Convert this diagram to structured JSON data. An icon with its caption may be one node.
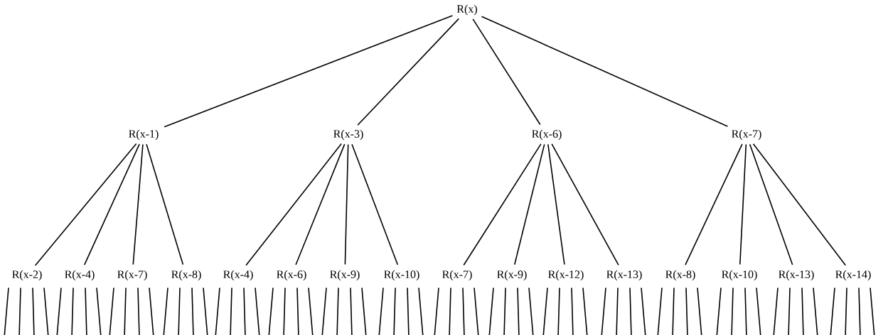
{
  "diagram": {
    "nodes": [
      {
        "text": [
          "R(x)"
        ]
      },
      {
        "text": [
          "R(x-1)"
        ]
      },
      {
        "text": [
          "R(x-3)"
        ]
      },
      {
        "text": [
          "R(x-6)"
        ]
      },
      {
        "text": [
          "R(x-7)"
        ]
      },
      {
        "text": [
          "R(x-2)"
        ]
      },
      {
        "text": [
          "R(x-4)"
        ]
      },
      {
        "text": [
          "R(x-7)"
        ]
      },
      {
        "text": [
          "R(x-8)"
        ]
      },
      {
        "text": [
          "R(x-4)"
        ]
      },
      {
        "text": [
          "R(x-6)"
        ]
      },
      {
        "text": [
          "R(x-9)"
        ]
      },
      {
        "text": [
          "R(x-10)"
        ]
      },
      {
        "text": [
          "R(x-7)"
        ]
      },
      {
        "text": [
          "R(x-9)"
        ]
      },
      {
        "text": [
          "R(x-12)"
        ]
      },
      {
        "text": [
          "R(x-13)"
        ]
      },
      {
        "text": [
          "R(x-8)"
        ]
      },
      {
        "text": [
          "R(x-10)"
        ]
      },
      {
        "text": [
          "R(x-13)"
        ]
      },
      {
        "text": [
          "R(x-14)"
        ]
      }
    ],
    "edges": [
      {
        "from": 0,
        "to": 1,
        "arrow": "none"
      },
      {
        "from": 0,
        "to": 2,
        "arrow": "none"
      },
      {
        "from": 0,
        "to": 3,
        "arrow": "none"
      },
      {
        "from": 0,
        "to": 4,
        "arrow": "none"
      },
      {
        "from": 1,
        "to": 5,
        "arrow": "none"
      },
      {
        "from": 1,
        "to": 6,
        "arrow": "none"
      },
      {
        "from": 1,
        "to": 7,
        "arrow": "none"
      },
      {
        "from": 1,
        "to": 8,
        "arrow": "none"
      },
      {
        "from": 2,
        "to": 9,
        "arrow": "none"
      },
      {
        "from": 2,
        "to": 10,
        "arrow": "none"
      },
      {
        "from": 2,
        "to": 11,
        "arrow": "none"
      },
      {
        "from": 2,
        "to": 12,
        "arrow": "none"
      },
      {
        "from": 3,
        "to": 13,
        "arrow": "none"
      },
      {
        "from": 3,
        "to": 14,
        "arrow": "none"
      },
      {
        "from": 3,
        "to": 15,
        "arrow": "none"
      },
      {
        "from": 3,
        "to": 16,
        "arrow": "none"
      },
      {
        "from": 4,
        "to": 17,
        "arrow": "none"
      },
      {
        "from": 4,
        "to": 18,
        "arrow": "none"
      },
      {
        "from": 4,
        "to": 19,
        "arrow": "none"
      },
      {
        "from": 4,
        "to": 20,
        "arrow": "none"
      },
      {
        "from": 5,
        "to": null,
        "arrow": "none"
      },
      {
        "from": 5,
        "to": null,
        "arrow": "none"
      },
      {
        "from": 5,
        "to": null,
        "arrow": "none"
      },
      {
        "from": 5,
        "to": null,
        "arrow": "none"
      },
      {
        "from": 6,
        "to": null,
        "arrow": "none"
      },
      {
        "from": 6,
        "to": null,
        "arrow": "none"
      },
      {
        "from": 6,
        "to": null,
        "arrow": "none"
      },
      {
        "from": 6,
        "to": null,
        "arrow": "none"
      },
      {
        "from": 7,
        "to": null,
        "arrow": "none"
      },
      {
        "from": 7,
        "to": null,
        "arrow": "none"
      },
      {
        "from": 7,
        "to": null,
        "arrow": "none"
      },
      {
        "from": 7,
        "to": null,
        "arrow": "none"
      },
      {
        "from": 8,
        "to": null,
        "arrow": "none"
      },
      {
        "from": 8,
        "to": null,
        "arrow": "none"
      },
      {
        "from": 8,
        "to": null,
        "arrow": "none"
      },
      {
        "from": 8,
        "to": null,
        "arrow": "none"
      },
      {
        "from": 9,
        "to": null,
        "arrow": "none"
      },
      {
        "from": 9,
        "to": null,
        "arrow": "none"
      },
      {
        "from": 9,
        "to": null,
        "arrow": "none"
      },
      {
        "from": 9,
        "to": null,
        "arrow": "none"
      },
      {
        "from": 10,
        "to": null,
        "arrow": "none"
      },
      {
        "from": 10,
        "to": null,
        "arrow": "none"
      },
      {
        "from": 10,
        "to": null,
        "arrow": "none"
      },
      {
        "from": 10,
        "to": null,
        "arrow": "none"
      },
      {
        "from": 11,
        "to": null,
        "arrow": "none"
      },
      {
        "from": 11,
        "to": null,
        "arrow": "none"
      },
      {
        "from": 11,
        "to": null,
        "arrow": "none"
      },
      {
        "from": 11,
        "to": null,
        "arrow": "none"
      },
      {
        "from": 12,
        "to": null,
        "arrow": "none"
      },
      {
        "from": 12,
        "to": null,
        "arrow": "none"
      },
      {
        "from": 12,
        "to": null,
        "arrow": "none"
      },
      {
        "from": 12,
        "to": null,
        "arrow": "none"
      },
      {
        "from": 13,
        "to": null,
        "arrow": "none"
      },
      {
        "from": 13,
        "to": null,
        "arrow": "none"
      },
      {
        "from": 13,
        "to": null,
        "arrow": "none"
      },
      {
        "from": 13,
        "to": null,
        "arrow": "none"
      },
      {
        "from": 14,
        "to": null,
        "arrow": "none"
      },
      {
        "from": 14,
        "to": null,
        "arrow": "none"
      },
      {
        "from": 14,
        "to": null,
        "arrow": "none"
      },
      {
        "from": 14,
        "to": null,
        "arrow": "none"
      },
      {
        "from": 15,
        "to": null,
        "arrow": "none"
      },
      {
        "from": 15,
        "to": null,
        "arrow": "none"
      },
      {
        "from": 15,
        "to": null,
        "arrow": "none"
      },
      {
        "from": 15,
        "to": null,
        "arrow": "none"
      },
      {
        "from": 16,
        "to": null,
        "arrow": "none"
      },
      {
        "from": 16,
        "to": null,
        "arrow": "none"
      },
      {
        "from": 16,
        "to": null,
        "arrow": "none"
      },
      {
        "from": 16,
        "to": null,
        "arrow": "none"
      },
      {
        "from": 17,
        "to": null,
        "arrow": "none"
      },
      {
        "from": 17,
        "to": null,
        "arrow": "none"
      },
      {
        "from": 17,
        "to": null,
        "arrow": "none"
      },
      {
        "from": 17,
        "to": null,
        "arrow": "none"
      },
      {
        "from": 18,
        "to": null,
        "arrow": "none"
      },
      {
        "from": 18,
        "to": null,
        "arrow": "none"
      },
      {
        "from": 18,
        "to": null,
        "arrow": "none"
      },
      {
        "from": 18,
        "to": null,
        "arrow": "none"
      },
      {
        "from": 19,
        "to": null,
        "arrow": "none"
      },
      {
        "from": 19,
        "to": null,
        "arrow": "none"
      },
      {
        "from": 19,
        "to": null,
        "arrow": "none"
      },
      {
        "from": 19,
        "to": null,
        "arrow": "none"
      },
      {
        "from": 20,
        "to": null,
        "arrow": "none"
      },
      {
        "from": 20,
        "to": null,
        "arrow": "none"
      },
      {
        "from": 20,
        "to": null,
        "arrow": "none"
      },
      {
        "from": 20,
        "to": null,
        "arrow": "none"
      }
    ]
  }
}
